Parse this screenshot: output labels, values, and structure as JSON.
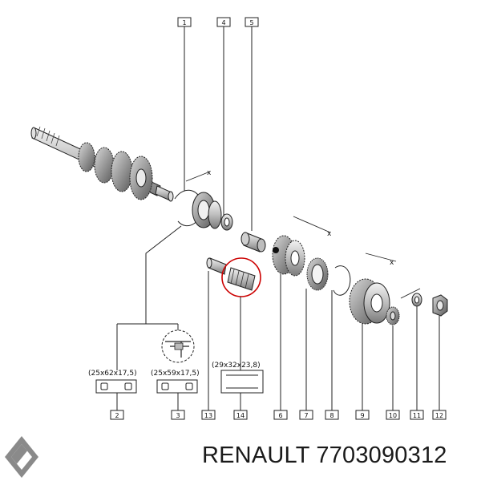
{
  "callouts": {
    "c1": "1",
    "c2": "2",
    "c3": "3",
    "c4": "4",
    "c5": "5",
    "c6": "6",
    "c7": "7",
    "c8": "8",
    "c9": "9",
    "c10": "10",
    "c11": "11",
    "c12": "12",
    "c13": "13",
    "c14": "14"
  },
  "dimensions": {
    "d2": "(25x62x17,5)",
    "d3": "(25x59x17,5)",
    "d14": "(29x32x23,8)"
  },
  "brand": {
    "text": "RENAULT 7703090312",
    "logo_icon": "renault-diamond-icon"
  },
  "colors": {
    "line": "#222222",
    "highlight": "#cc0000",
    "part_fill": "#cfcfcf",
    "logo_gray": "#8a8a8a"
  }
}
